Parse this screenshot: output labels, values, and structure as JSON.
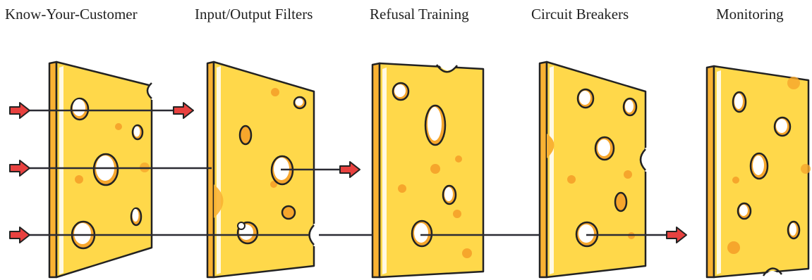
{
  "layers": [
    {
      "label": "Know-Your-Customer"
    },
    {
      "label": "Input/Output Filters"
    },
    {
      "label": "Refusal Training"
    },
    {
      "label": "Circuit Breakers"
    },
    {
      "label": "Monitoring"
    }
  ],
  "colors": {
    "cheese": "#FFD84A",
    "rind": "#F9B233",
    "hole": "#F6A62C",
    "outline": "#222222",
    "arrow_fill": "#E8413F",
    "arrow_outline": "#222222",
    "line": "#2B2B33"
  }
}
